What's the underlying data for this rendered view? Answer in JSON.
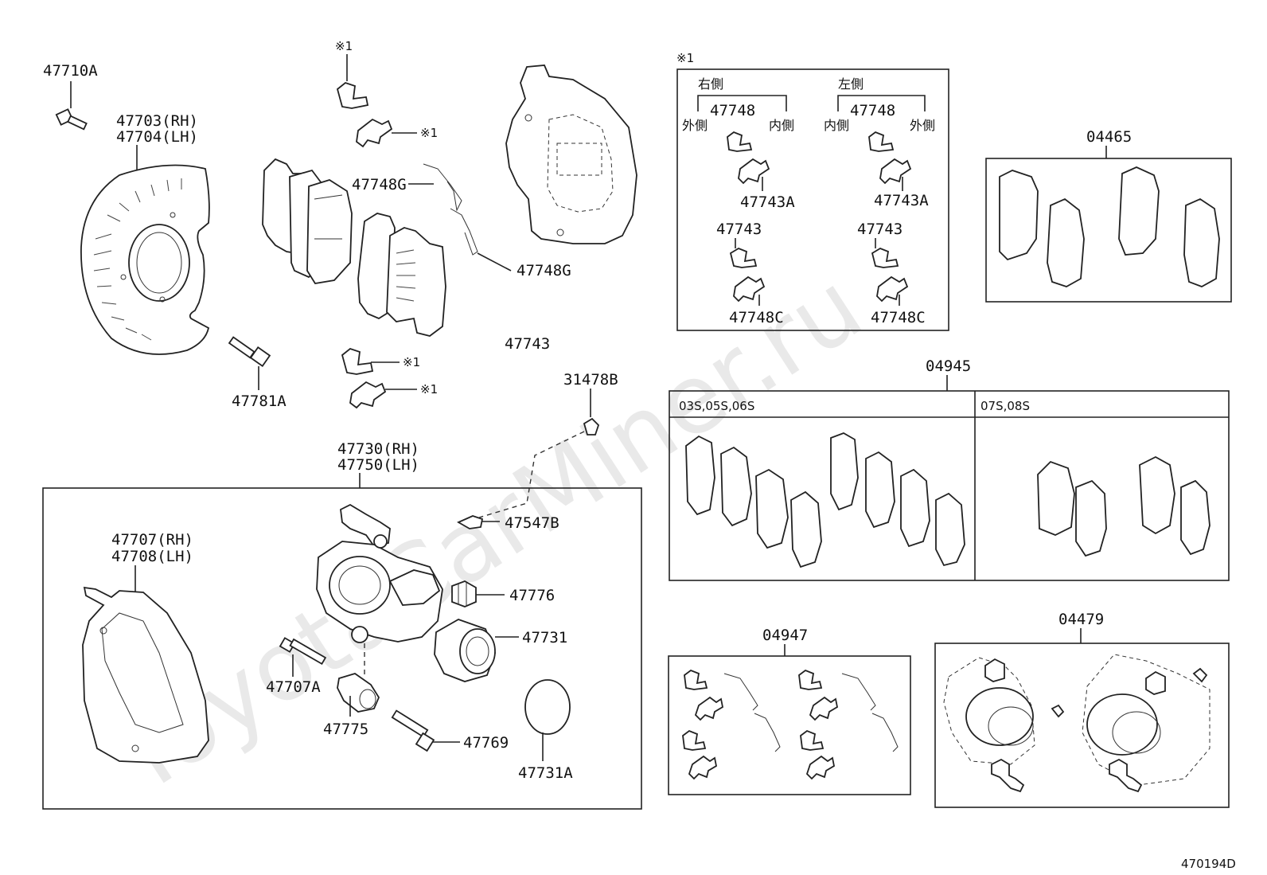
{
  "watermark": "ToyotaCarMiner.ru",
  "diagram_code": "470194D",
  "note_mark_bracket": "※1",
  "labels": {
    "p47710A": "47710A",
    "p47703": "47703(RH)",
    "p47704": "47704(LH)",
    "p47781A": "47781A",
    "mark1a": "※1",
    "mark1b": "※1",
    "mark1c": "※1",
    "mark1d": "※1",
    "p47748G_a": "47748G",
    "p47748G_b": "47748G",
    "p47743_center": "47743",
    "p31478B": "31478B",
    "p47730": "47730(RH)",
    "p47750": "47750(LH)",
    "p47707": "47707(RH)",
    "p47708": "47708(LH)",
    "p47547B": "47547B",
    "p47776": "47776",
    "p47731": "47731",
    "p47707A": "47707A",
    "p47775": "47775",
    "p47769": "47769",
    "p47731A": "47731A"
  },
  "detail_box": {
    "right_side": "右側",
    "left_side": "左側",
    "outer_a": "外側",
    "inner_a": "内側",
    "inner_b": "内側",
    "outer_b": "外側",
    "p47748_r": "47748",
    "p47748_l": "47748",
    "p47743A_r": "47743A",
    "p47743A_l": "47743A",
    "p47743_r": "47743",
    "p47743_l": "47743",
    "p47748C_r": "47748C",
    "p47748C_l": "47748C"
  },
  "kits": {
    "k04465": "04465",
    "k04945": "04945",
    "k04945_col1": "03S,05S,06S",
    "k04945_col2": "07S,08S",
    "k04947": "04947",
    "k04479": "04479"
  }
}
